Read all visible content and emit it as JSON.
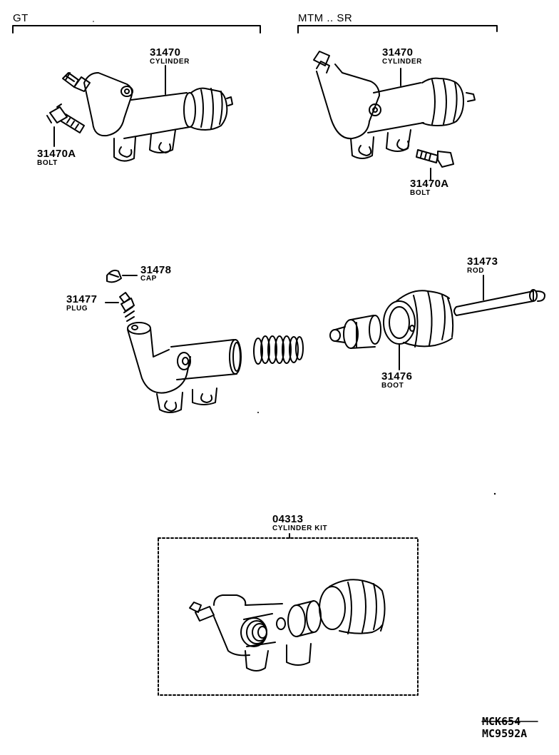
{
  "headers": {
    "left": "GT",
    "right": "MTM .. SR"
  },
  "parts": {
    "cyl_gt": {
      "number": "31470",
      "name": "CYLINDER"
    },
    "bolt_gt": {
      "number": "31470A",
      "name": "BOLT"
    },
    "cyl_mtm": {
      "number": "31470",
      "name": "CYLINDER"
    },
    "bolt_mtm": {
      "number": "31470A",
      "name": "BOLT"
    },
    "cap": {
      "number": "31478",
      "name": "CAP"
    },
    "plug": {
      "number": "31477",
      "name": "PLUG"
    },
    "rod": {
      "number": "31473",
      "name": "ROD"
    },
    "boot": {
      "number": "31476",
      "name": "BOOT"
    },
    "kit": {
      "number": "04313",
      "name": "CYLINDER KIT"
    }
  },
  "codes": {
    "struck": "MCK654",
    "current": "MC9592A"
  }
}
